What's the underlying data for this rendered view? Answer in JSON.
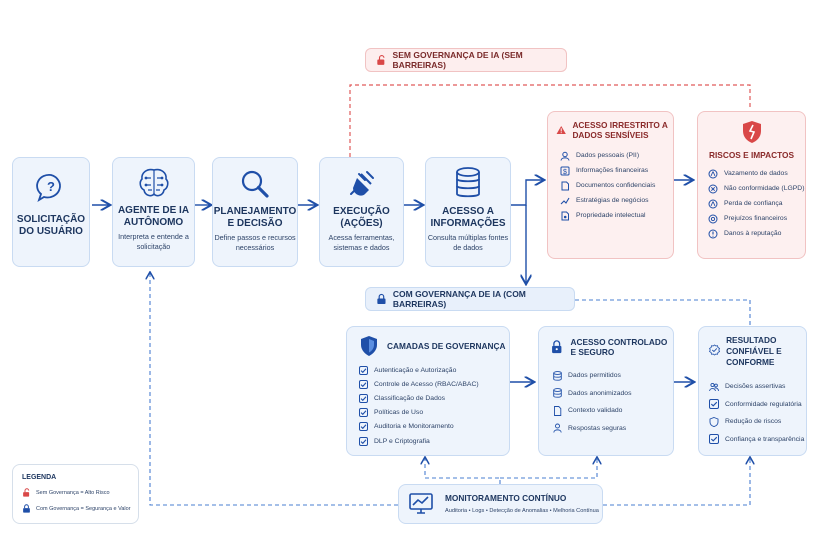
{
  "top_banner": {
    "label": "SEM GOVERNANÇA DE IA (SEM BARREIRAS)"
  },
  "mid_banner": {
    "label": "COM GOVERNANÇA DE IA (COM BARREIRAS)"
  },
  "flow": [
    {
      "title": "SOLICITAÇÃO DO USUÁRIO",
      "subtitle": ""
    },
    {
      "title": "AGENTE DE IA AUTÔNOMO",
      "subtitle": "Interpreta e entende a solicitação"
    },
    {
      "title": "PLANEJAMENTO E DECISÃO",
      "subtitle": "Define passos e recursos necessários"
    },
    {
      "title": "EXECUÇÃO (AÇÕES)",
      "subtitle": "Acessa ferramentas, sistemas e dados"
    },
    {
      "title": "ACESSO A INFORMAÇÕES",
      "subtitle": "Consulta múltiplas fontes de dados"
    }
  ],
  "unrestricted": {
    "title": "ACESSO IRRESTRITO A DADOS SENSÍVEIS",
    "items": [
      "Dados pessoais (PII)",
      "Informações financeiras",
      "Documentos confidenciais",
      "Estratégias de negócios",
      "Propriedade intelectual"
    ]
  },
  "risks": {
    "title": "RISCOS E IMPACTOS",
    "items": [
      "Vazamento de dados",
      "Não conformidade (LGPD)",
      "Perda de confiança",
      "Prejuízos financeiros",
      "Danos à reputação"
    ]
  },
  "governance": {
    "title": "CAMADAS DE GOVERNANÇA",
    "items": [
      "Autenticação e Autorização",
      "Controle de Acesso (RBAC/ABAC)",
      "Classificação de Dados",
      "Políticas de Uso",
      "Auditoria e Monitoramento",
      "DLP e Criptografia"
    ]
  },
  "controlled": {
    "title": "ACESSO CONTROLADO E SEGURO",
    "items": [
      "Dados permitidos",
      "Dados anonimizados",
      "Contexto validado",
      "Respostas seguras"
    ]
  },
  "result": {
    "title": "RESULTADO CONFIÁVEL E CONFORME",
    "items": [
      "Decisões assertivas",
      "Conformidade regulatória",
      "Redução de riscos",
      "Confiança e transparência"
    ]
  },
  "monitoring": {
    "title": "MONITORAMENTO CONTÍNUO",
    "subtitle": "Auditoria • Logs • Detecção de Anomalias • Melhoria Contínua"
  },
  "legend": {
    "title": "LEGENDA",
    "items": [
      "Sem Governança = Alto Risco",
      "Com Governança = Segurança e Valor"
    ]
  },
  "colors": {
    "primary": "#1f4fa8",
    "risk": "#d94848",
    "box_blue": "#eef4fc",
    "box_red": "#fdf0f0"
  }
}
